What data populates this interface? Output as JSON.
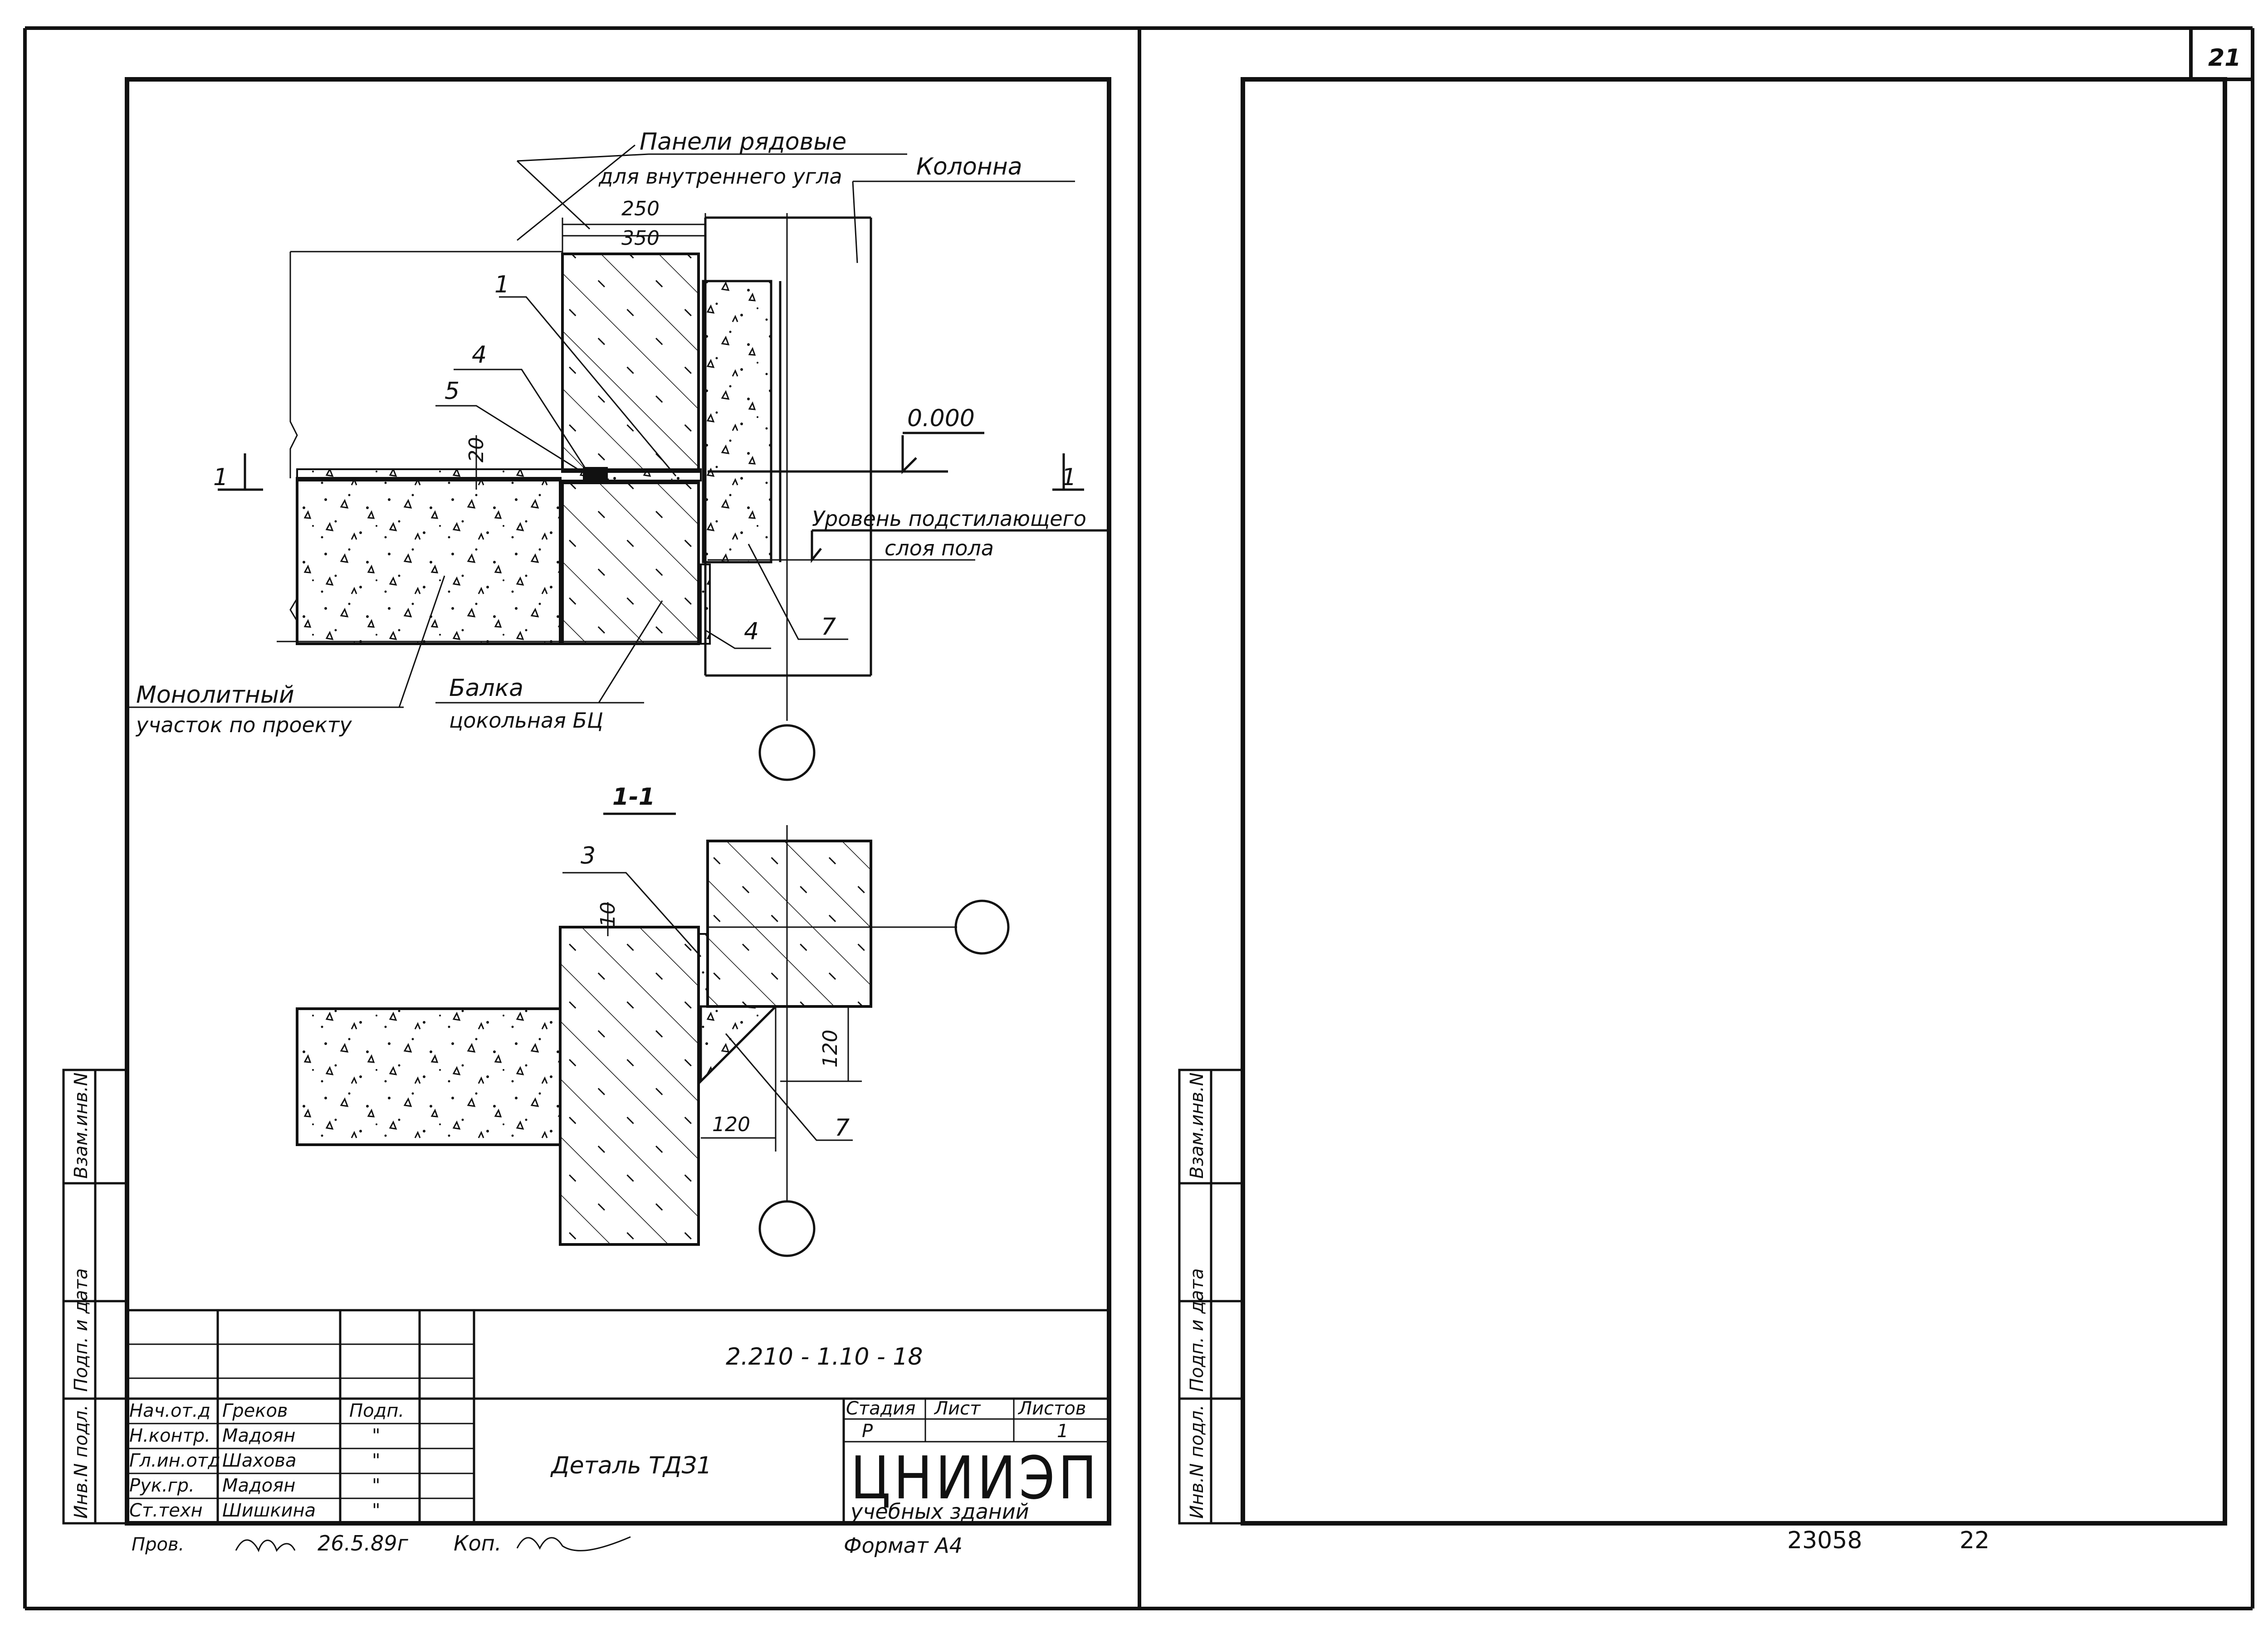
{
  "sheet_number": "21",
  "detail": {
    "labels": {
      "panels_title": "Панели рядовые",
      "panels_sub": "для внутреннего угла",
      "column": "Колонна",
      "dim_250": "250",
      "dim_350": "350",
      "dim_20": "20",
      "marker_1": "1",
      "marker_4a": "4",
      "marker_5": "5",
      "marker_4b": "4",
      "marker_7": "7",
      "level_value": "0.000",
      "floor_level_1": "Уровень подстилающего",
      "floor_level_2": "слоя пола",
      "monolithic_1": "Монолитный",
      "monolithic_2": "участок по проекту",
      "beam_1": "Балка",
      "beam_2": "цокольная БЦ",
      "section_mark_left": "1",
      "section_mark_right": "1"
    }
  },
  "section": {
    "title": "1-1",
    "marker_3": "3",
    "dim_10": "10",
    "dim_120_v": "120",
    "dim_120_h": "120",
    "marker_7": "7"
  },
  "title_block": {
    "doc_code": "2.210 - 1.10 - 18",
    "detail_name": "Деталь ТДЗ1",
    "col_stage": "Стадия",
    "col_sheet": "Лист",
    "col_sheets": "Листов",
    "stage": "Р",
    "sheets_total": "1",
    "org_name": "ЦНИИЭП",
    "org_sub": "учебных зданий",
    "format": "Формат А4",
    "sign_header": "Подп.",
    "signatories": [
      {
        "role": "Нач.от.д",
        "name": "Греков",
        "sign": ""
      },
      {
        "role": "Н.контр.",
        "name": "Мадоян",
        "sign": "\""
      },
      {
        "role": "Гл.ин.отд",
        "name": "Шахова",
        "sign": "\""
      },
      {
        "role": "Рук.гр.",
        "name": "Мадоян",
        "sign": "\""
      },
      {
        "role": "Ст.техн",
        "name": "Шишкина",
        "sign": "\""
      }
    ],
    "checked_label": "Пров.",
    "checked_date": "26.5.89г",
    "copy_label": "Коп."
  },
  "side_stamp": {
    "inv_no": "Инв.N подл.",
    "sign_date": "Подп. и дата",
    "replace_inv": "Взам.инв.N"
  },
  "footer": {
    "archive_no": "23058",
    "page": "22"
  }
}
